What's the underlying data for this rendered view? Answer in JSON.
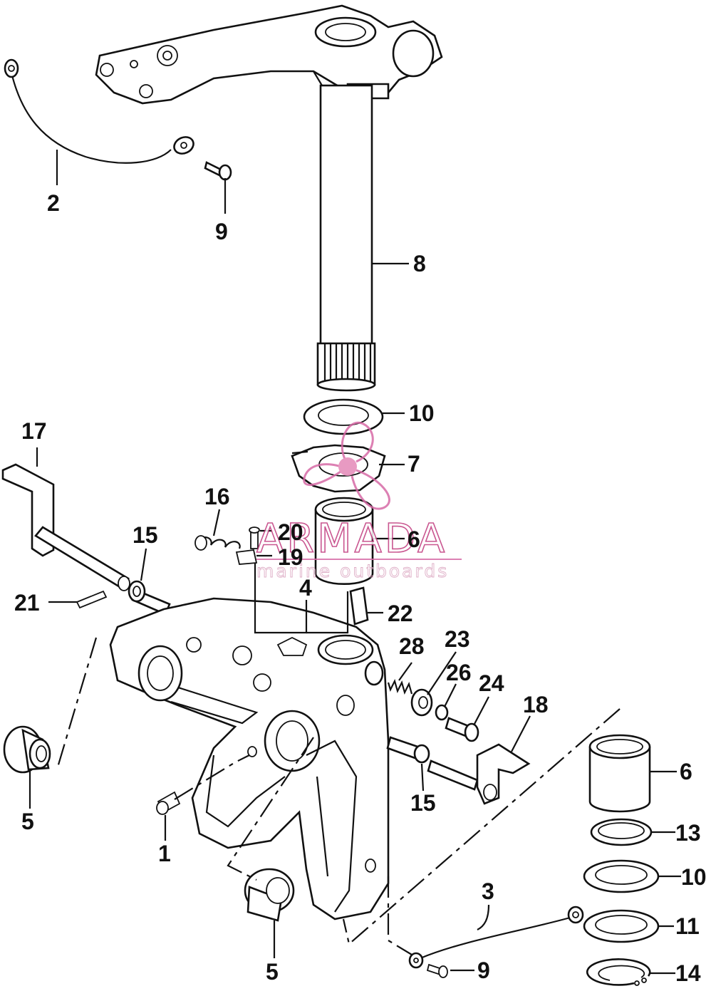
{
  "callouts": {
    "c2": "2",
    "c9a": "9",
    "c8": "8",
    "c10a": "10",
    "c7": "7",
    "c17": "17",
    "c16": "16",
    "c15a": "15",
    "c20": "20",
    "c19": "19",
    "c6a": "6",
    "c21": "21",
    "c4": "4",
    "c22": "22",
    "c28": "28",
    "c23": "23",
    "c26": "26",
    "c24": "24",
    "c18": "18",
    "c6b": "6",
    "c15b": "15",
    "c5a": "5",
    "c1": "1",
    "c13": "13",
    "c10b": "10",
    "c3": "3",
    "c11": "11",
    "c5b": "5",
    "c9b": "9",
    "c14": "14"
  },
  "watermark": {
    "brand": "ARMADA",
    "tagline": "marine outboards",
    "color": "#c0397d"
  }
}
